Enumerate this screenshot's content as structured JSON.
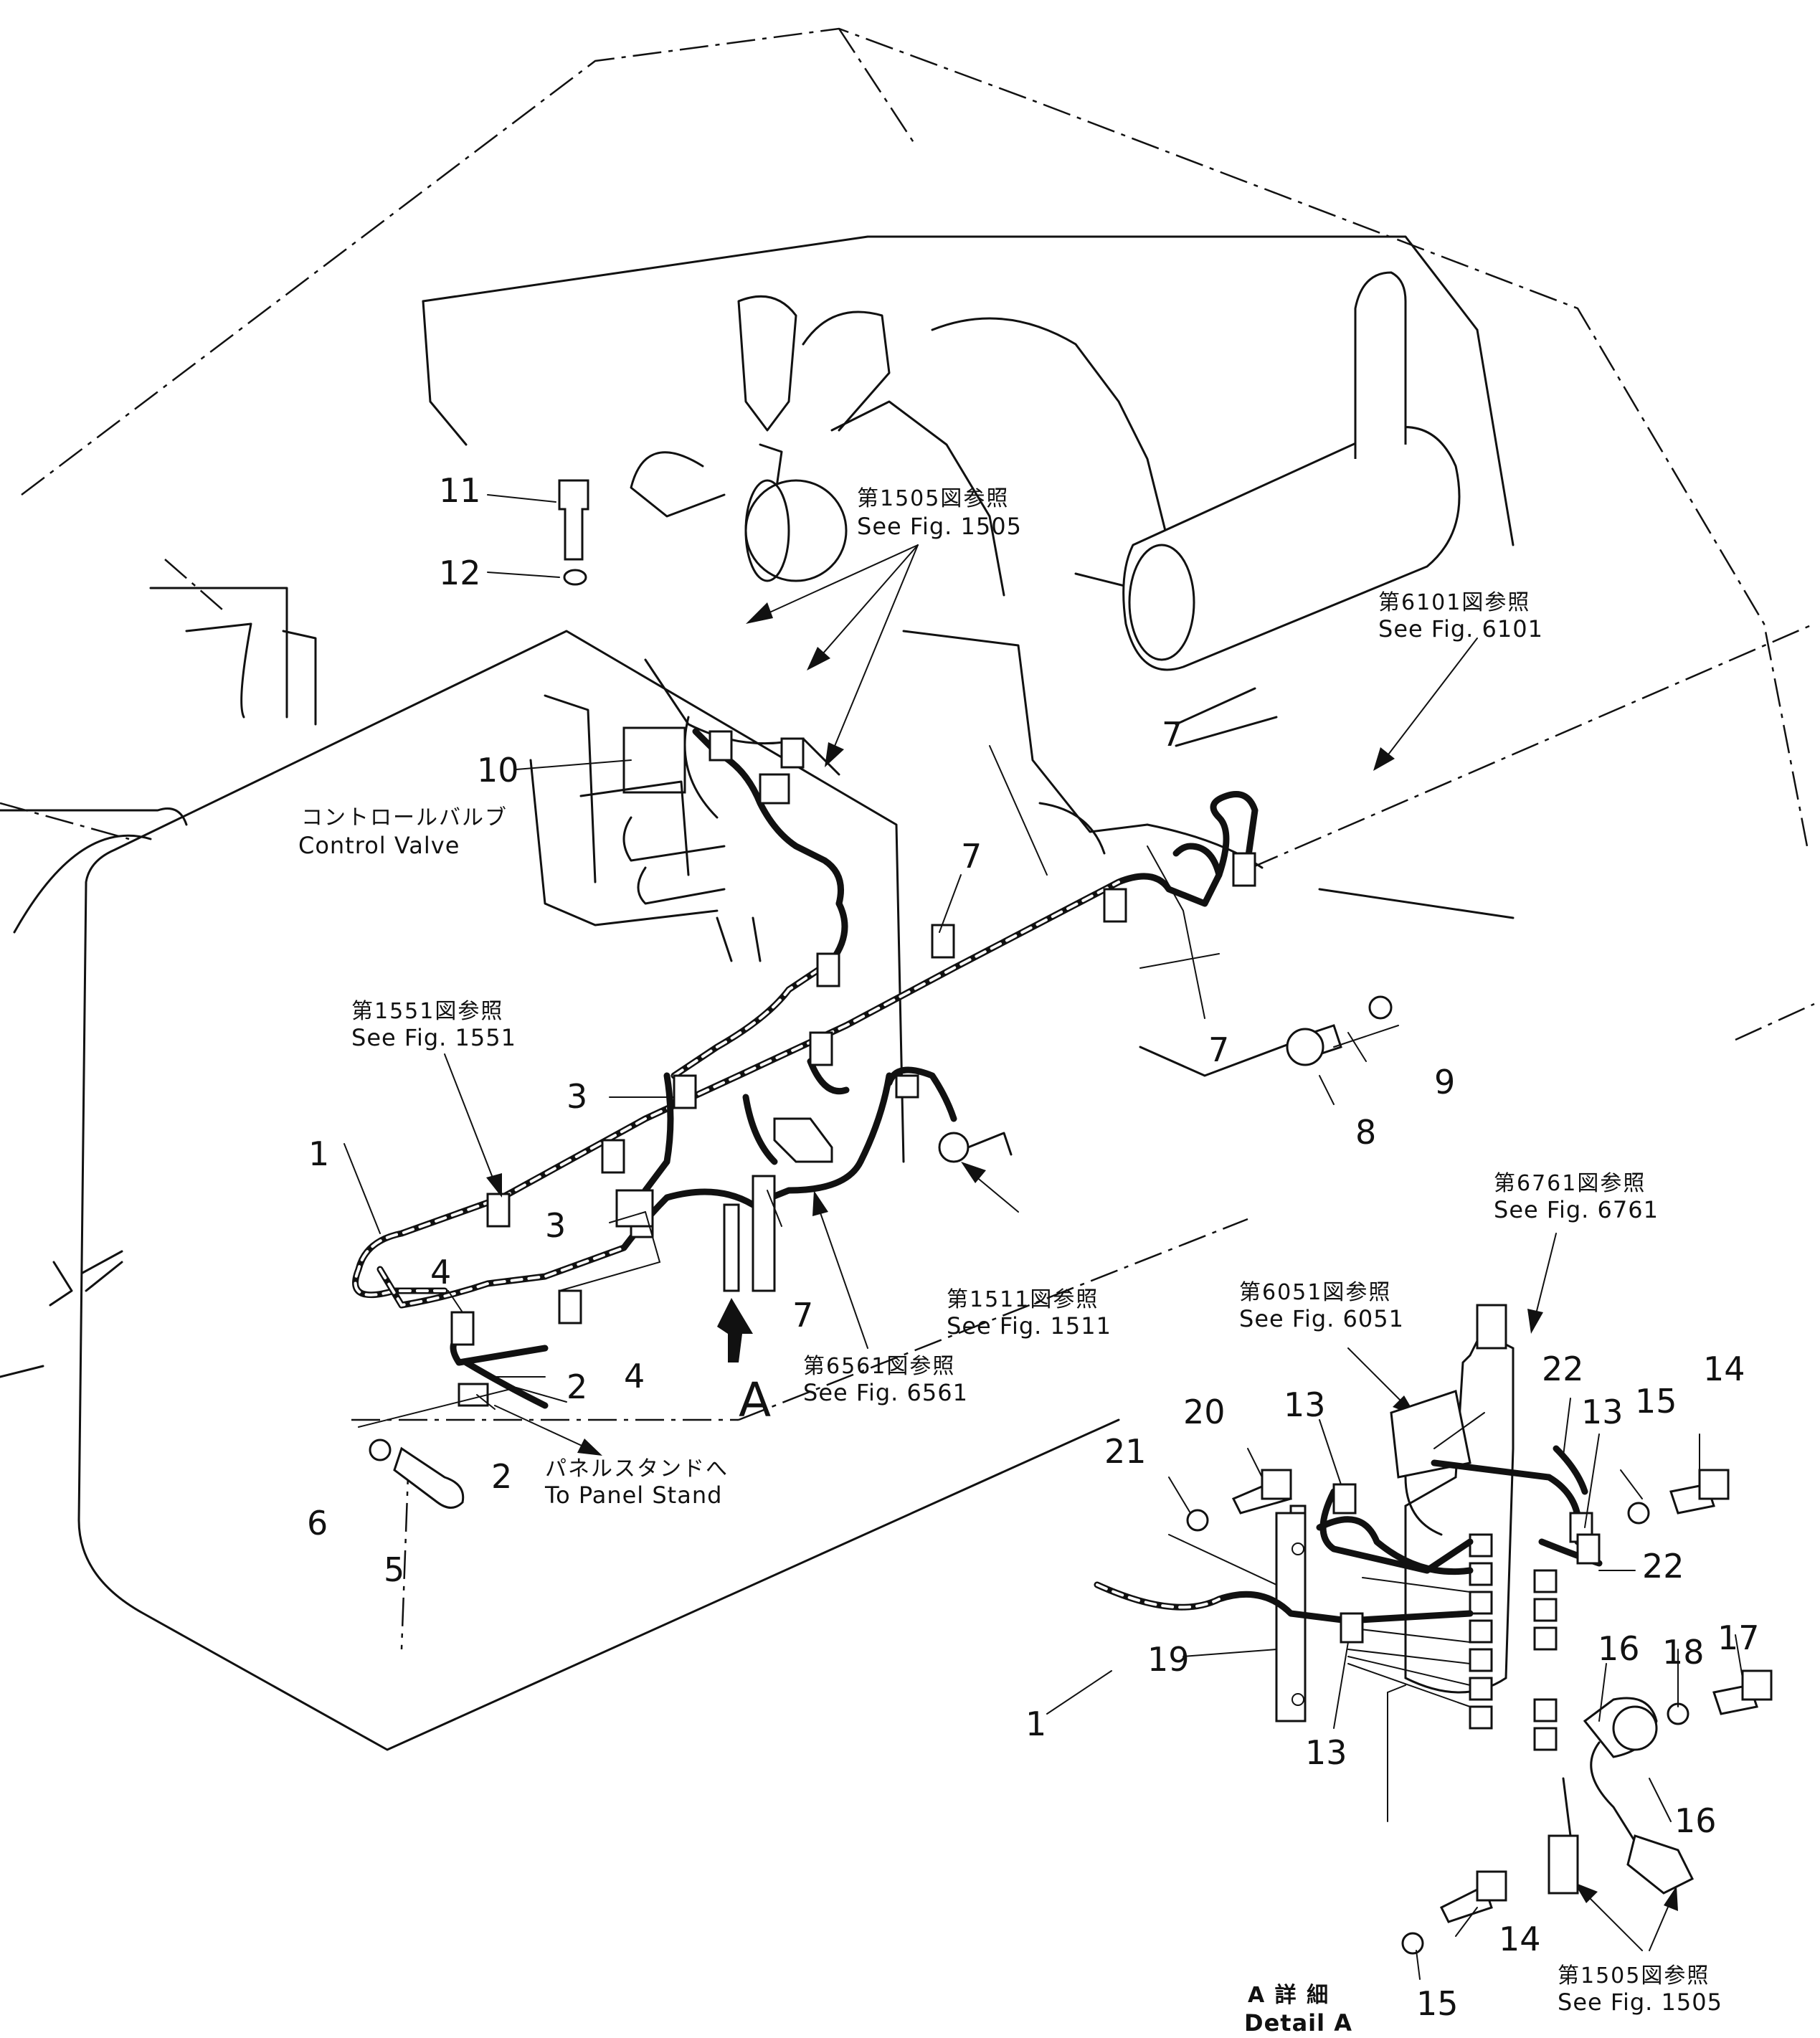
{
  "diagram": {
    "part_numbers": [
      {
        "id": "c1",
        "text": "1"
      },
      {
        "id": "c1b",
        "text": "1"
      },
      {
        "id": "c2a",
        "text": "2"
      },
      {
        "id": "c2b",
        "text": "2"
      },
      {
        "id": "c3a",
        "text": "3"
      },
      {
        "id": "c3b",
        "text": "3"
      },
      {
        "id": "c4a",
        "text": "4"
      },
      {
        "id": "c4b",
        "text": "4"
      },
      {
        "id": "c5",
        "text": "5"
      },
      {
        "id": "c6",
        "text": "6"
      },
      {
        "id": "c7a",
        "text": "7"
      },
      {
        "id": "c7b",
        "text": "7"
      },
      {
        "id": "c7c",
        "text": "7"
      },
      {
        "id": "c7d",
        "text": "7"
      },
      {
        "id": "c8",
        "text": "8"
      },
      {
        "id": "c9",
        "text": "9"
      },
      {
        "id": "c10",
        "text": "10"
      },
      {
        "id": "c11",
        "text": "11"
      },
      {
        "id": "c12",
        "text": "12"
      },
      {
        "id": "c13a",
        "text": "13"
      },
      {
        "id": "c13b",
        "text": "13"
      },
      {
        "id": "c13c",
        "text": "13"
      },
      {
        "id": "c14a",
        "text": "14"
      },
      {
        "id": "c14b",
        "text": "14"
      },
      {
        "id": "c15a",
        "text": "15"
      },
      {
        "id": "c15b",
        "text": "15"
      },
      {
        "id": "c16a",
        "text": "16"
      },
      {
        "id": "c16b",
        "text": "16"
      },
      {
        "id": "c17",
        "text": "17"
      },
      {
        "id": "c18",
        "text": "18"
      },
      {
        "id": "c19",
        "text": "19"
      },
      {
        "id": "c20",
        "text": "20"
      },
      {
        "id": "c21",
        "text": "21"
      },
      {
        "id": "c22a",
        "text": "22"
      },
      {
        "id": "c22b",
        "text": "22"
      }
    ],
    "references": [
      {
        "id": "r1505a",
        "jp": "第1505図参照",
        "en": "See  Fig.  1505"
      },
      {
        "id": "r6101",
        "jp": "第6101図参照",
        "en": "See  Fig.  6101"
      },
      {
        "id": "r1551",
        "jp": "第1551図参照",
        "en": "See  Fig.  1551"
      },
      {
        "id": "r1511",
        "jp": "第1511図参照",
        "en": "See  Fig.  1511"
      },
      {
        "id": "r6561",
        "jp": "第6561図参照",
        "en": "See  Fig.  6561"
      },
      {
        "id": "r6761",
        "jp": "第6761図参照",
        "en": "See  Fig.  6761"
      },
      {
        "id": "r6051",
        "jp": "第6051図参照",
        "en": "See  Fig.  6051"
      },
      {
        "id": "r1505b",
        "jp": "第1505図参照",
        "en": "See  Fig.  1505"
      }
    ],
    "control_valve": {
      "jp": "コントロールバルブ",
      "en": "Control  Valve"
    },
    "panel_stand": {
      "jp": "パネルスタンドへ",
      "en": "To  Panel  Stand"
    },
    "view_arrow": "A",
    "detail": {
      "jp": "A  詳  細",
      "en": "Detail  A"
    }
  }
}
